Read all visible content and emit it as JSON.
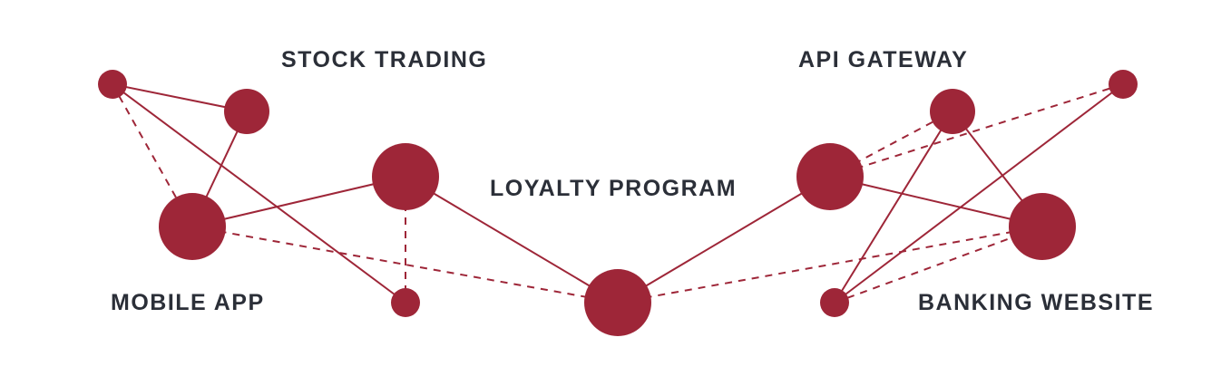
{
  "labels": {
    "stock_trading": "STOCK TRADING",
    "api_gateway": "API GATEWAY",
    "loyalty_program": "LOYALTY PROGRAM",
    "mobile_app": "MOBILE APP",
    "banking_website": "BANKING WEBSITE"
  },
  "colors": {
    "node": "#9e2638",
    "edge": "#9e2638",
    "label_text": "#2b2f38",
    "background": "#ffffff"
  },
  "nodes": [
    {
      "id": "n1"
    },
    {
      "id": "n2"
    },
    {
      "id": "n3"
    },
    {
      "id": "n4"
    },
    {
      "id": "n5"
    },
    {
      "id": "n6"
    },
    {
      "id": "n7"
    },
    {
      "id": "n8"
    },
    {
      "id": "n9"
    },
    {
      "id": "n10"
    },
    {
      "id": "n11"
    }
  ],
  "edges": [
    {
      "from": "n1",
      "to": "n2",
      "style": "solid"
    },
    {
      "from": "n1",
      "to": "n5",
      "style": "solid"
    },
    {
      "from": "n1",
      "to": "n3",
      "style": "dashed"
    },
    {
      "from": "n2",
      "to": "n3",
      "style": "solid"
    },
    {
      "from": "n3",
      "to": "n4",
      "style": "solid"
    },
    {
      "from": "n3",
      "to": "n6",
      "style": "dashed"
    },
    {
      "from": "n4",
      "to": "n5",
      "style": "dashed"
    },
    {
      "from": "n4",
      "to": "n6",
      "style": "solid"
    },
    {
      "from": "n6",
      "to": "n7",
      "style": "solid"
    },
    {
      "from": "n6",
      "to": "n10",
      "style": "dashed"
    },
    {
      "from": "n7",
      "to": "n8",
      "style": "dashed"
    },
    {
      "from": "n7",
      "to": "n9",
      "style": "dashed"
    },
    {
      "from": "n7",
      "to": "n10",
      "style": "solid"
    },
    {
      "from": "n8",
      "to": "n10",
      "style": "solid"
    },
    {
      "from": "n8",
      "to": "n11",
      "style": "solid"
    },
    {
      "from": "n11",
      "to": "n10",
      "style": "dashed"
    },
    {
      "from": "n11",
      "to": "n9",
      "style": "solid"
    }
  ]
}
